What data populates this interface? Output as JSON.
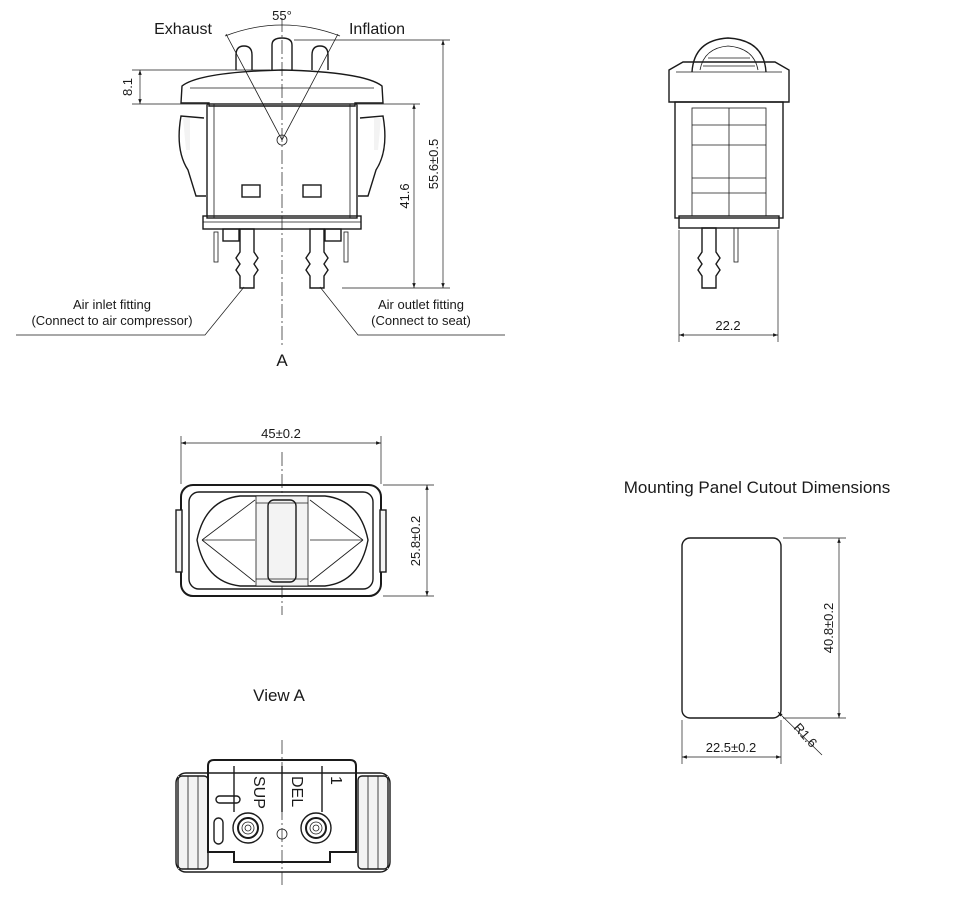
{
  "front_view": {
    "angle": "55°",
    "exhaust": "Exhaust",
    "inflation": "Inflation",
    "dim_top_offset": "8.1",
    "dim_body_height": "41.6",
    "dim_total_height": "55.6±0.5",
    "inlet_line1": "Air inlet fitting",
    "inlet_line2": "(Connect to air compressor)",
    "outlet_line1": "Air outlet fitting",
    "outlet_line2": "(Connect to seat)",
    "view_marker": "A"
  },
  "side_view": {
    "dim_width": "22.2"
  },
  "top_view": {
    "dim_width": "45±0.2",
    "dim_height": "25.8±0.2"
  },
  "view_a": {
    "title": "View A",
    "label_sup": "SUP",
    "label_del": "DEL",
    "label_one": "1"
  },
  "cutout": {
    "title": "Mounting Panel Cutout Dimensions",
    "dim_height": "40.8±0.2",
    "dim_width": "22.5±0.2",
    "radius": "R1.6"
  }
}
